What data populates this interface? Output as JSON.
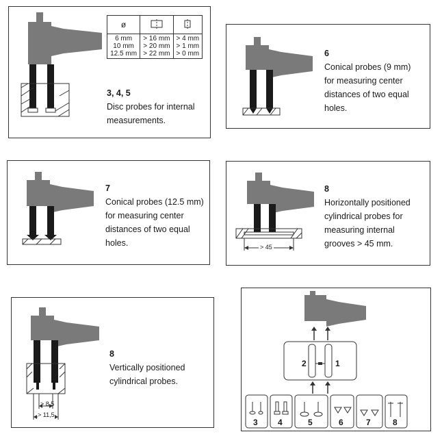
{
  "panels": [
    {
      "id": "p1",
      "number": "3, 4, 5",
      "description": "Disc probes for internal\nmeasurements."
    },
    {
      "id": "p2",
      "number": "6",
      "description": "Conical probes (9 mm)\nfor measuring center\ndistances of two equal\nholes."
    },
    {
      "id": "p3",
      "number": "7",
      "description": "Conical probes (12.5 mm)\nfor measuring center\ndistances of two equal\nholes."
    },
    {
      "id": "p4",
      "number": "8",
      "description": "Horizontally positioned\ncylindrical probes for\nmeasuring internal\ngrooves > 45 mm.",
      "dimension": "> 45"
    },
    {
      "id": "p5",
      "number": "8",
      "description": "Vertically positioned\ncylindrical probes.",
      "dimension_inner": "> 8,5",
      "dimension_outer": "> 11,5"
    }
  ],
  "table": {
    "header_symbol": "ø",
    "col1": "6    mm\n10    mm\n12.5 mm",
    "col2": "> 16 mm\n> 20 mm\n> 22 mm",
    "col3": "> 4 mm\n> 1 mm\n> 0 mm"
  },
  "overview": {
    "holder_labels": [
      "2",
      "1"
    ],
    "probe_sets": [
      "3",
      "4",
      "5",
      "6",
      "7",
      "8"
    ]
  },
  "colors": {
    "probe": "#1a1a1a",
    "caliper": "#7a7a7a",
    "border": "#333333"
  }
}
